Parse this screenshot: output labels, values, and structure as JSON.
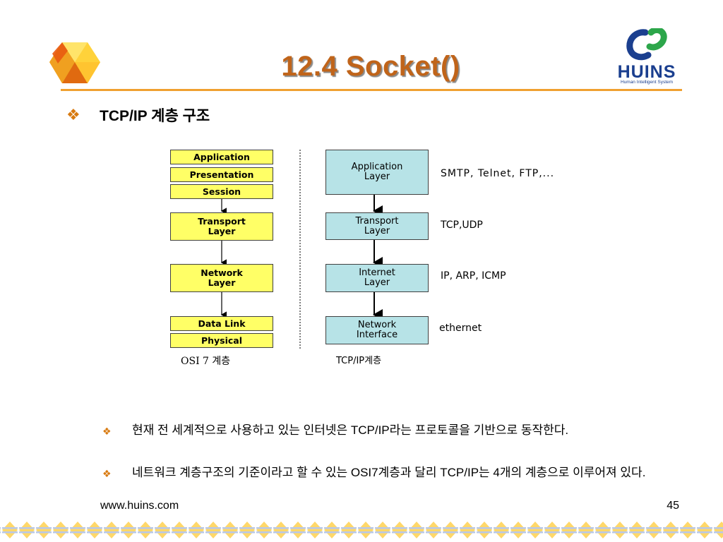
{
  "slide": {
    "title": "12.4  Socket()",
    "heading": "TCP/IP 계층 구조",
    "bullets": [
      "현재 전 세계적으로 사용하고 있는 인터넷은 TCP/IP라는 프로토콜을 기반으로 동작한다.",
      "네트워크 계층구조의 기준이라고 할  수 있는 OSI7계층과 달리 TCP/IP는 4개의 계층으로 이루어져 있다."
    ],
    "footer_url": "www.huins.com",
    "page_number": "45"
  },
  "logo": {
    "name": "HUINS",
    "tagline": "Human Intelligent System"
  },
  "diagram": {
    "osi_layers": [
      "Application",
      "Presentation",
      "Session",
      "Transport Layer",
      "Network Layer",
      "Data Link",
      "Physical"
    ],
    "osi_caption": "OSI 7 계층",
    "tcpip_layers": [
      "Application Layer",
      "Transport Layer",
      "Internet Layer",
      "Network Interface"
    ],
    "tcpip_caption": "TCP/IP계층",
    "protocols": [
      "SMTP, Telnet, FTP,...",
      "TCP,UDP",
      "IP, ARP, ICMP",
      "ethernet"
    ]
  },
  "colors": {
    "title": "#c0641a",
    "rule": "#f0a030",
    "osi_box": "#ffff66",
    "tcpip_box": "#b7e3e7",
    "logo": "#1b3f8f",
    "bullet": "#d87a10"
  },
  "icons": [
    "cube-logo-icon",
    "huins-swirl-icon",
    "diamond-bullet-icon",
    "diamond-border-icon"
  ]
}
